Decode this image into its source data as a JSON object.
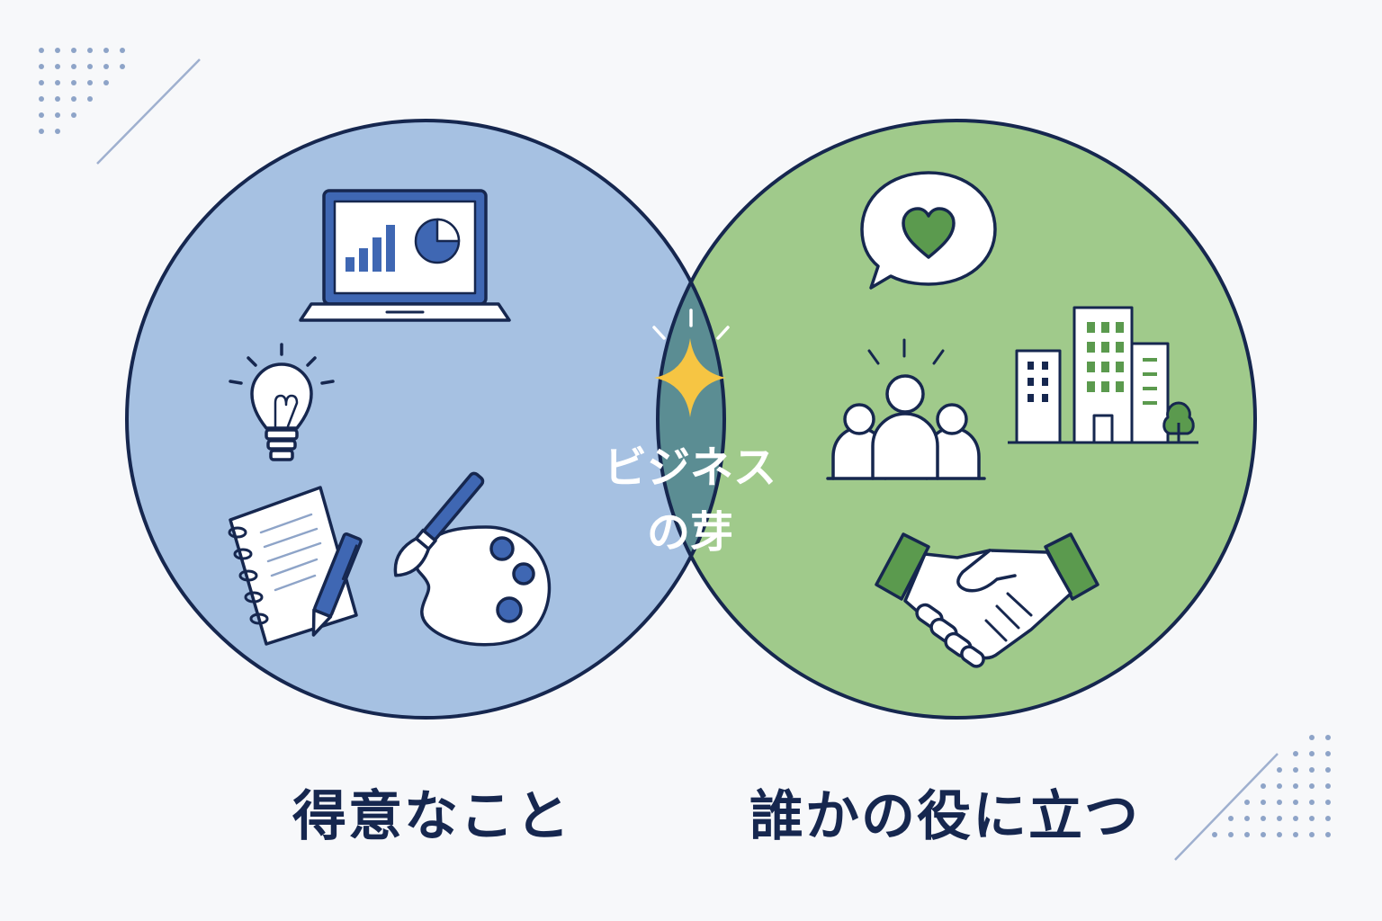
{
  "center": {
    "line1": "ビジネス",
    "line2": "の芽"
  },
  "left_circle": {
    "label": "得意なこと"
  },
  "right_circle": {
    "label": "誰かの役に立つ"
  },
  "colors": {
    "background": "#f7f8fa",
    "left_fill": "#a6c1e2",
    "right_fill": "#a0ca8b",
    "overlap_fill": "#5b8d93",
    "outline": "#16274f",
    "accent_blue": "#3f67b3",
    "accent_green": "#5b9a4e",
    "sparkle": "#f6c543",
    "label_text": "#16274f"
  },
  "icons": {
    "left": [
      "laptop-chart-icon",
      "lightbulb-icon",
      "notebook-pen-icon",
      "paint-palette-icon"
    ],
    "center": [
      "sparkle-icon"
    ],
    "right": [
      "heart-speech-bubble-icon",
      "people-group-icon",
      "city-buildings-icon",
      "handshake-icon"
    ],
    "decor": [
      "dot-grid-icon",
      "diagonal-line-icon"
    ]
  }
}
